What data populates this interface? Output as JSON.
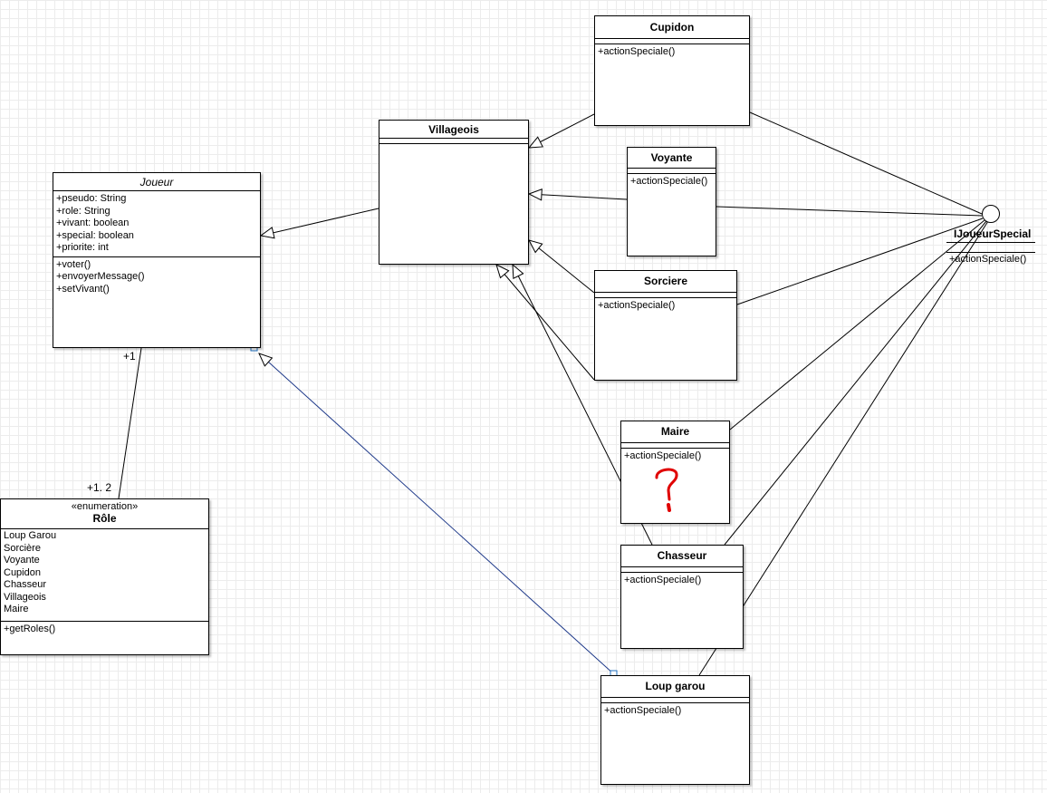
{
  "classes": {
    "joueur": {
      "name": "Joueur",
      "attributes": [
        "+pseudo: String",
        "+role: String",
        "+vivant: boolean",
        "+special: boolean",
        "+priorite: int"
      ],
      "methods": [
        "+voter()",
        "+envoyerMessage()",
        "+setVivant()"
      ]
    },
    "villageois": {
      "name": "Villageois"
    },
    "cupidon": {
      "name": "Cupidon",
      "methods": [
        "+actionSpeciale()"
      ]
    },
    "voyante": {
      "name": "Voyante",
      "methods": [
        "+actionSpeciale()"
      ]
    },
    "sorciere": {
      "name": "Sorciere",
      "methods": [
        "+actionSpeciale()"
      ]
    },
    "maire": {
      "name": "Maire",
      "methods": [
        "+actionSpeciale()"
      ]
    },
    "chasseur": {
      "name": "Chasseur",
      "methods": [
        "+actionSpeciale()"
      ]
    },
    "loup_garou": {
      "name": "Loup garou",
      "methods": [
        "+actionSpeciale()"
      ]
    },
    "role": {
      "stereotype": "«enumeration»",
      "name": "Rôle",
      "literals": [
        "Loup Garou",
        "Sorcière",
        "Voyante",
        "Cupidon",
        "Chasseur",
        "Villageois",
        "Maire"
      ],
      "methods": [
        "+getRoles()"
      ]
    }
  },
  "interface": {
    "name": "IJoueurSpecial",
    "methods": [
      "+actionSpeciale()"
    ]
  },
  "multiplicities": {
    "joueur_end": "+1",
    "role_end": "+1. 2"
  },
  "annotation": {
    "mark": "question-mark",
    "color": "#e00000"
  },
  "colors": {
    "dependency_line": "#1f3a8a",
    "line": "#000000"
  }
}
